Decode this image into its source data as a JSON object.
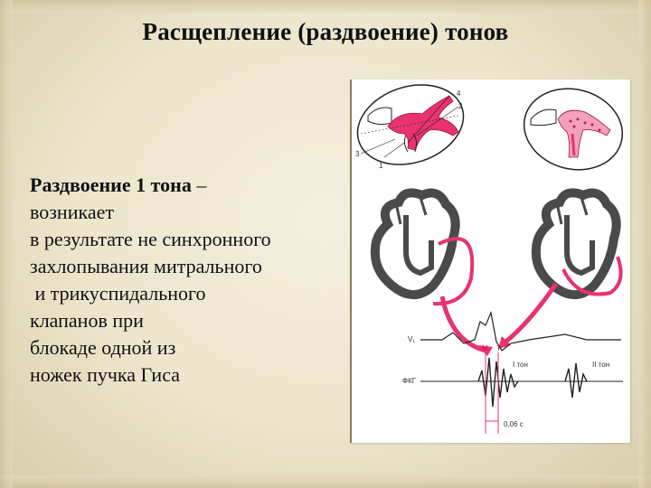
{
  "slide": {
    "title": "Расщепление (раздвоение) тонов",
    "body": {
      "term": "Раздвоение 1 тона",
      "dash": " –",
      "lines": [
        "возникает",
        "в результате не синхронного",
        "захлопывания митрального",
        " и трикуспидального",
        "клапанов при",
        "блокаде одной из",
        "ножек пучка Гиса"
      ]
    }
  },
  "illustration": {
    "callouts": [
      "4",
      "2",
      "3",
      "1"
    ],
    "trace_labels": {
      "ecg": "V₁",
      "pcg": "ФКГ",
      "m_marker": "M",
      "t_marker": "T",
      "tone_1": "I тон",
      "tone_2": "II тон",
      "interval": "0,06 с"
    },
    "colors": {
      "accent": "#e8336f",
      "heart_dark": "#4a4a4a"
    }
  }
}
